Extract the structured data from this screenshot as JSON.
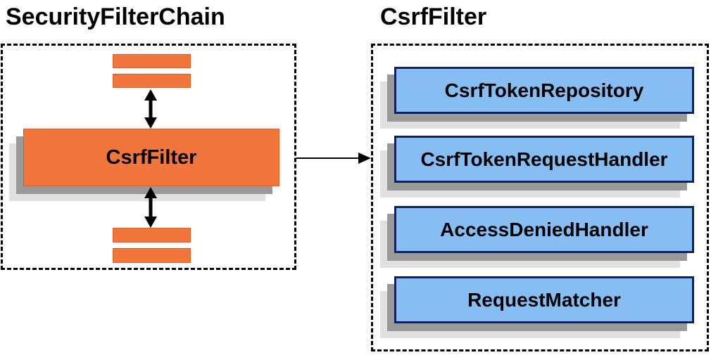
{
  "diagram": {
    "left_group": {
      "title": "SecurityFilterChain",
      "filter_label": "CsrfFilter"
    },
    "right_group": {
      "title": "CsrfFilter",
      "components": [
        "CsrfTokenRepository",
        "CsrfTokenRequestHandler",
        "AccessDeniedHandler",
        "RequestMatcher"
      ]
    },
    "colors": {
      "orange_fill": "#F2763B",
      "orange_border": "#DE5F24",
      "blue_fill": "#86BDF2",
      "blue_border": "#102060",
      "shadow_dark": "#999999",
      "shadow_light": "#E0E0E0",
      "line_color": "#000000"
    }
  }
}
